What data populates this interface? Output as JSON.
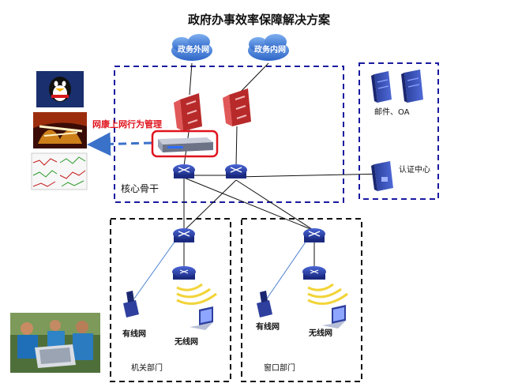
{
  "title": "政府办事效率保障解决方案",
  "clouds": {
    "external": "政务外网",
    "internal": "政务内网"
  },
  "labels": {
    "management": "网康上网行为管理",
    "core": "核心骨干",
    "mail_oa": "邮件、OA",
    "auth": "认证中心",
    "wired_left": "有线网",
    "wireless_left": "无线网",
    "wired_right": "有线网",
    "wireless_right": "无线网",
    "dept_left": "机关部门",
    "dept_right": "窗口部门"
  },
  "colors": {
    "dash": "#1a1aa0",
    "highlight": "#e0141e",
    "arrow": "#3b72c9",
    "cloud": "#3a78d6",
    "device": "#2e3f9e"
  },
  "icons": [
    "cloud-icon",
    "firewall-icon",
    "appliance-icon",
    "switch-icon",
    "server-icon",
    "access-point-icon",
    "laptop-icon",
    "phone-icon",
    "qq-icon",
    "game-icon",
    "stock-chart-icon",
    "people-photo"
  ]
}
